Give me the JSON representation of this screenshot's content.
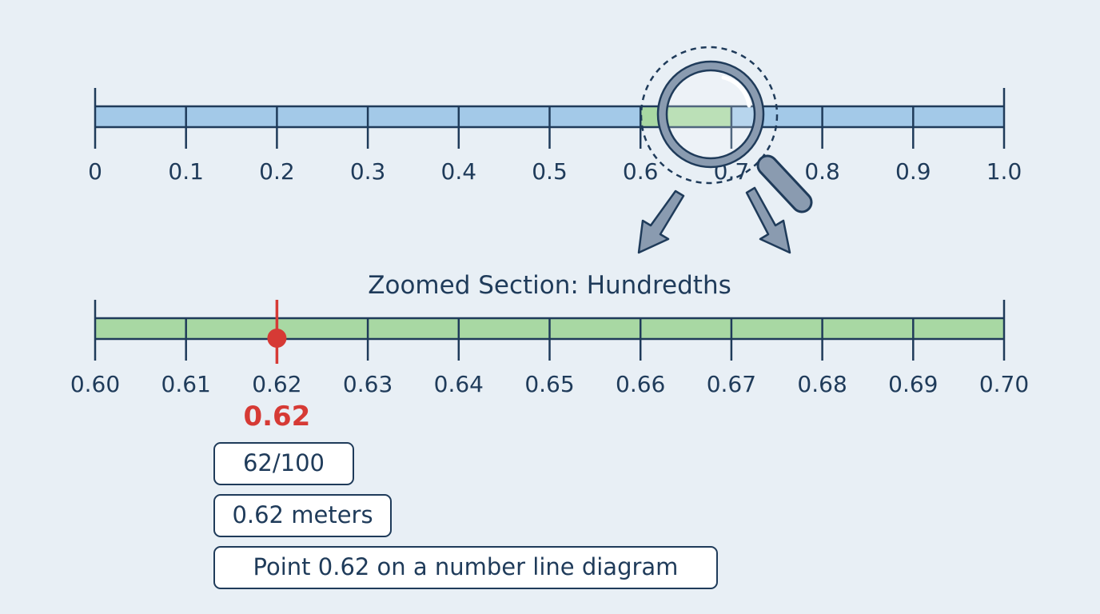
{
  "top_line": {
    "tick_labels": [
      "0",
      "0.1",
      "0.2",
      "0.3",
      "0.4",
      "0.5",
      "0.6",
      "0.7",
      "0.8",
      "0.9",
      "1.0"
    ],
    "highlighted_segment": [
      0.6,
      0.7
    ]
  },
  "zoom": {
    "title": "Zoomed Section: Hundredths",
    "tick_labels": [
      "0.60",
      "0.61",
      "0.62",
      "0.63",
      "0.64",
      "0.65",
      "0.66",
      "0.67",
      "0.68",
      "0.69",
      "0.70"
    ]
  },
  "point": {
    "value": 0.62,
    "label": "0.62"
  },
  "info_boxes": {
    "fraction": "62/100",
    "meters": "0.62 meters",
    "caption": "Point 0.62 on a number line diagram"
  },
  "colors": {
    "tenths_bar": "#a3c9e8",
    "hundredths_bar": "#a8d8a3",
    "line_stroke": "#1f3b5a",
    "point_marker": "#d63a35",
    "magnifier": "#8a9bb0"
  },
  "icons": [
    "magnifier-icon",
    "arrow-down-left-icon",
    "arrow-down-right-icon"
  ]
}
